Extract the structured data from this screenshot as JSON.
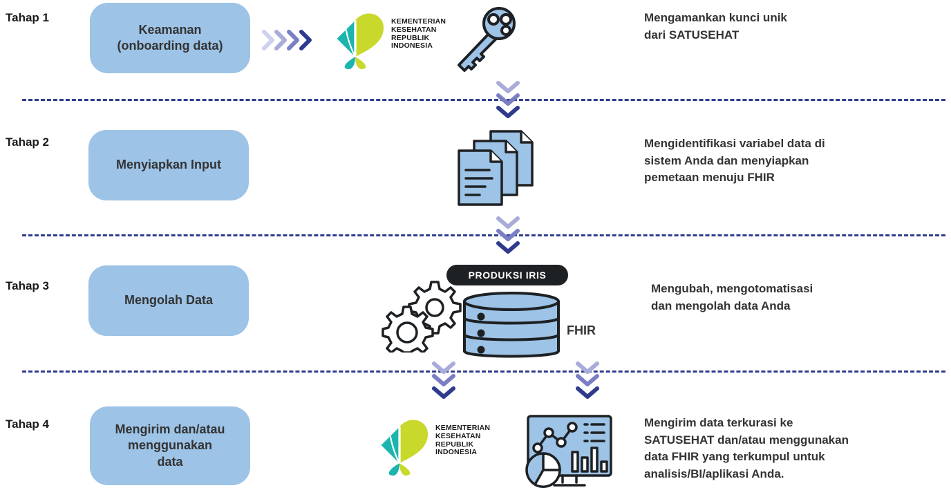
{
  "stages": [
    {
      "label": "Tahap 1",
      "box_lines": [
        "Keamanan",
        "(onboarding data)"
      ],
      "desc_lines": [
        "Mengamankan kunci unik",
        "dari SATUSEHAT"
      ]
    },
    {
      "label": "Tahap 2",
      "box_lines": [
        "Menyiapkan Input"
      ],
      "desc_lines": [
        "Mengidentifikasi variabel data di",
        "sistem Anda dan menyiapkan",
        "pemetaan menuju FHIR"
      ]
    },
    {
      "label": "Tahap 3",
      "box_lines": [
        "Mengolah Data"
      ],
      "desc_lines": [
        "Mengubah, mengotomatisasi",
        "dan mengolah data Anda"
      ]
    },
    {
      "label": "Tahap 4",
      "box_lines": [
        "Mengirim dan/atau",
        "menggunakan",
        "data"
      ],
      "desc_lines": [
        "Mengirim data terkurasi ke",
        "SATUSEHAT dan/atau menggunakan",
        "data FHIR yang terkumpul untuk",
        "analisis/BI/aplikasi Anda."
      ]
    }
  ],
  "kemenkes_logo_lines": [
    "KEMENTERIAN",
    "KESEHATAN",
    "REPUBLIK",
    "INDONESIA"
  ],
  "production_badge": "PRODUKSI IRIS",
  "fhir_label": "FHIR",
  "icons": [
    "kemenkes-logo",
    "key-icon",
    "documents-icon",
    "gears-icon",
    "database-icon",
    "analytics-dashboard-icon",
    "chevron-down-icon",
    "chevron-right-icon"
  ],
  "colors": {
    "stage_box": "#9dc3e6",
    "divider": "#2e3b8c",
    "chevron_dark": "#2e3b8c",
    "chevron_light": "#a9abd8",
    "icon_fill": "#9dc3e6",
    "icon_stroke": "#1e2124",
    "logo_teal": "#1ab5ae",
    "logo_green": "#c8d92b"
  }
}
